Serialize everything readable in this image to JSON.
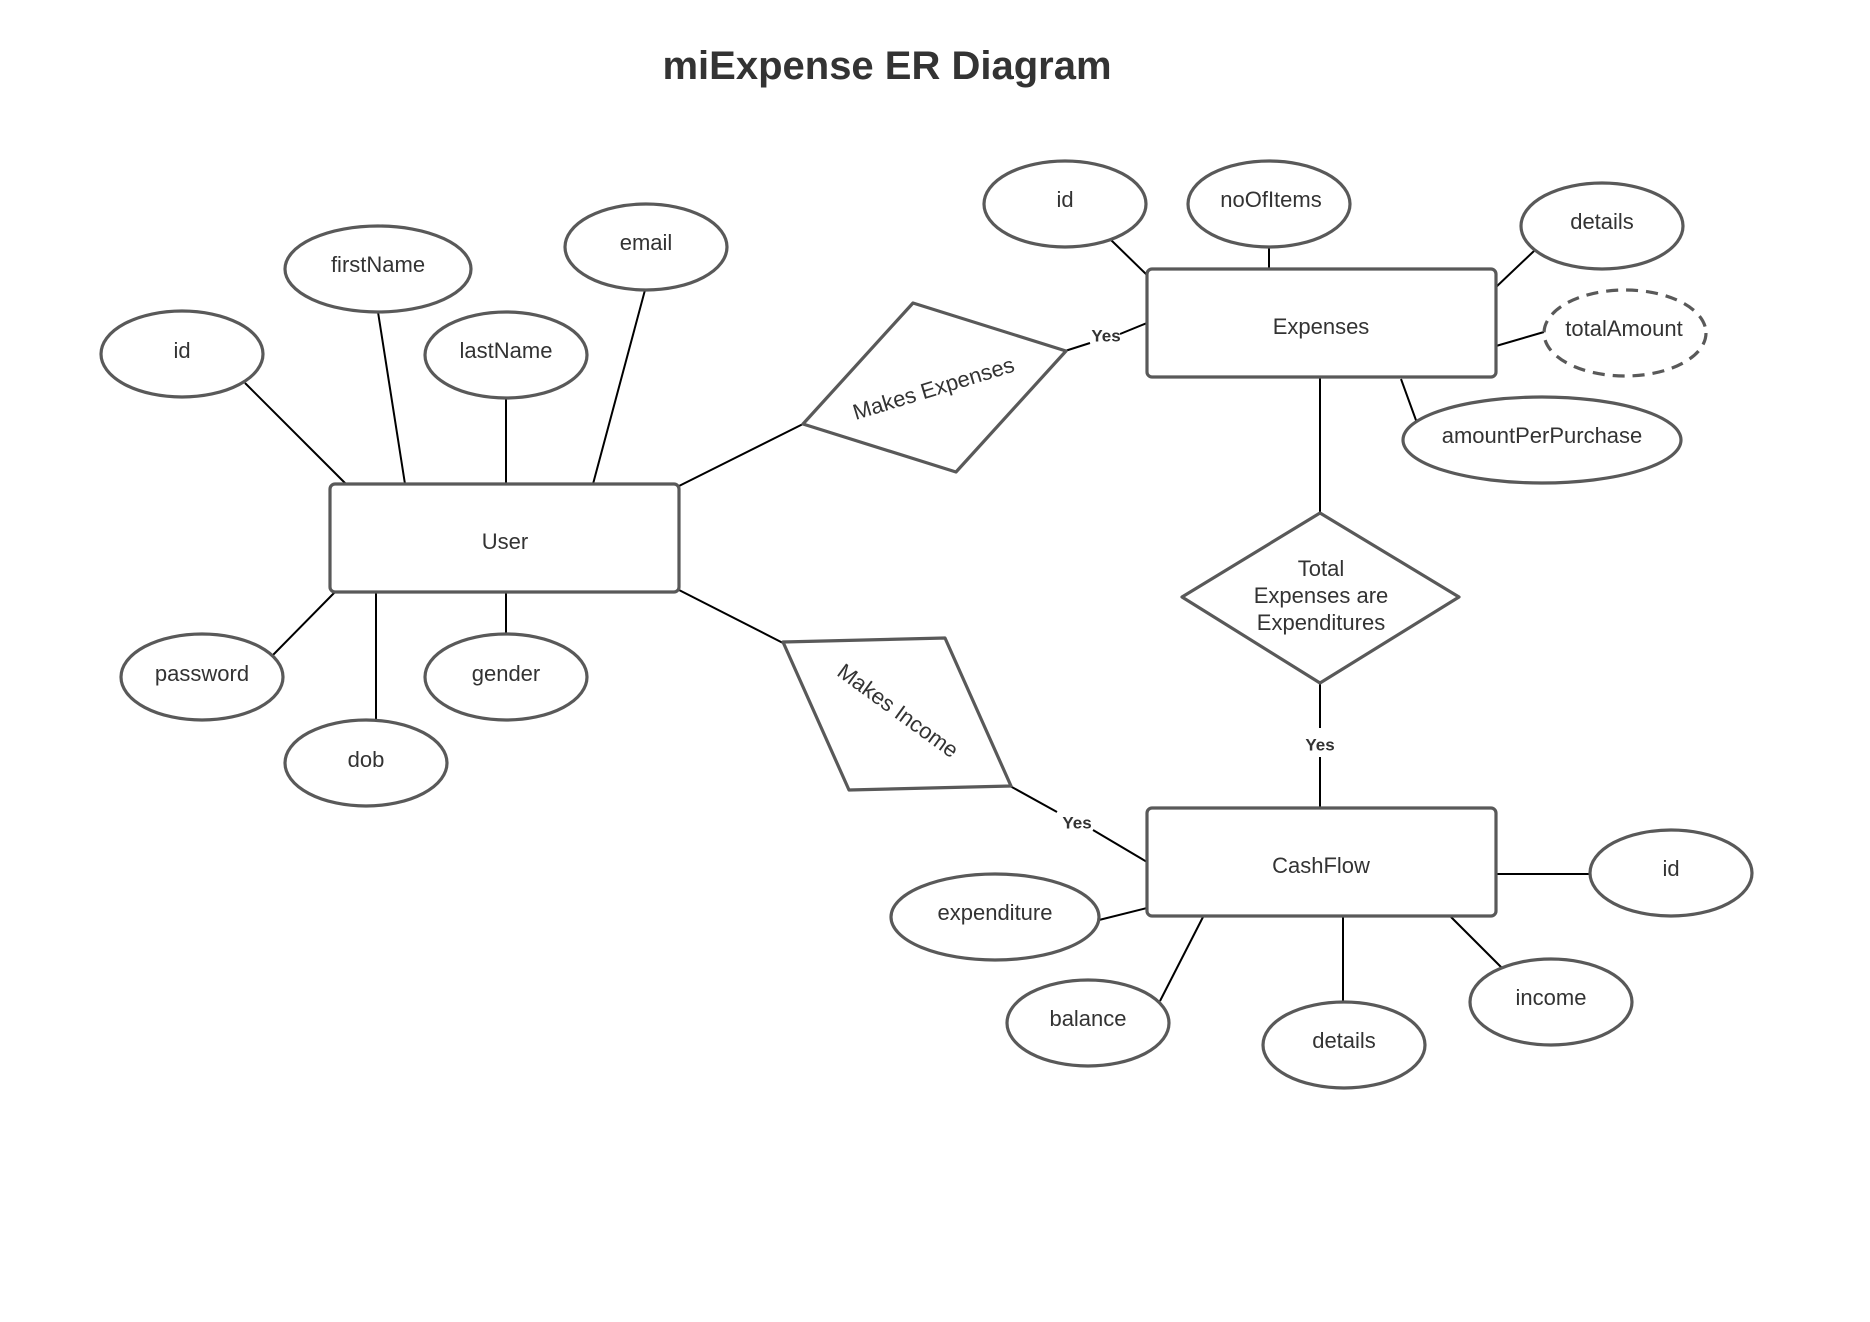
{
  "title": "miExpense ER Diagram",
  "entities": {
    "user": "User",
    "expenses": "Expenses",
    "cashflow": "CashFlow"
  },
  "relationships": {
    "makes_expenses": "Makes Expenses",
    "makes_income": "Makes Income",
    "total_expenditures": [
      "Total",
      "Expenses are",
      "Expenditures"
    ]
  },
  "attributes": {
    "user": {
      "id": "id",
      "firstName": "firstName",
      "lastName": "lastName",
      "email": "email",
      "password": "password",
      "dob": "dob",
      "gender": "gender"
    },
    "expenses": {
      "id": "id",
      "noOfItems": "noOfItems",
      "details": "details",
      "totalAmount": "totalAmount",
      "amountPerPurchase": "amountPerPurchase"
    },
    "cashflow": {
      "id": "id",
      "expenditure": "expenditure",
      "balance": "balance",
      "details": "details",
      "income": "income"
    }
  },
  "cardinality": {
    "expenses_rel": "Yes",
    "total_rel": "Yes",
    "income_rel": "Yes"
  },
  "colors": {
    "shape_stroke": "#595959",
    "line": "#000000",
    "text": "#333333"
  }
}
